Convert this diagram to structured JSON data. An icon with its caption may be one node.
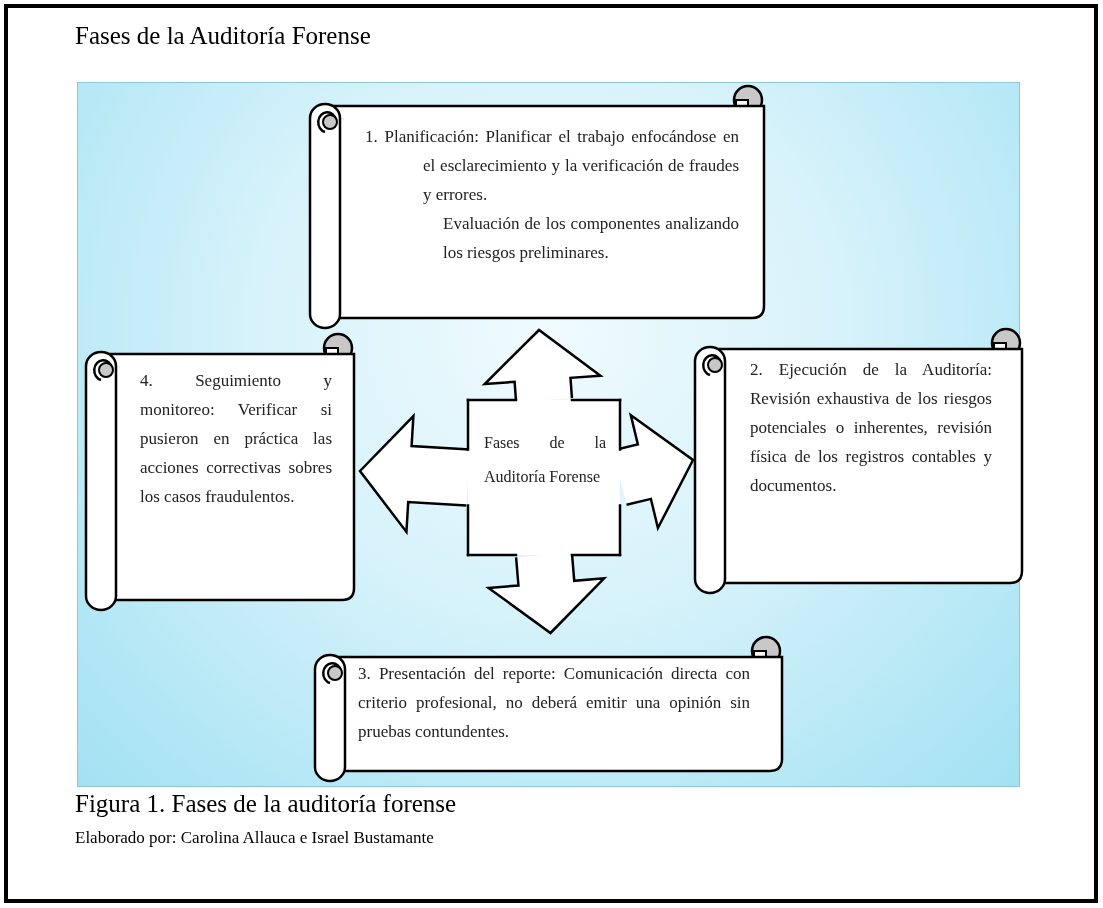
{
  "diagram": {
    "title": "Fases de la Auditoría Forense",
    "caption": "Figura 1. Fases de la auditoría forense",
    "nodes": [
      {
        "text": [
          "1. Planificación: Planificar el trabajo enfocándose en el esclarecimiento y la verificación de fraudes y errores.",
          "Evaluación de los componentes analizando los riesgos preliminares."
        ]
      },
      {
        "text": [
          "4. Seguimiento y monitoreo: Verificar si pusieron en práctica las acciones correctivas sobres los casos fraudulentos."
        ]
      },
      {
        "text": [
          "Fases de la Auditoría Forense"
        ]
      },
      {
        "text": [
          "2. Ejecución de la Auditoría: Revisión exhaustiva de los riesgos potenciales o inherentes, revisión física de los registros contables y documentos."
        ]
      },
      {
        "text": [
          "3. Presentación del reporte: Comunicación directa con criterio profesional, no deberá emitir una opinión sin pruebas contundentes."
        ]
      }
    ],
    "edges": [
      {
        "from": 2,
        "to": 0,
        "arrow": "to"
      },
      {
        "from": 2,
        "to": 3,
        "arrow": "to"
      },
      {
        "from": 2,
        "to": 4,
        "arrow": "to"
      },
      {
        "from": 2,
        "to": 1,
        "arrow": "to"
      }
    ],
    "labels": [
      "Elaborado por: Carolina Allauca e Israel Bustamante"
    ]
  }
}
